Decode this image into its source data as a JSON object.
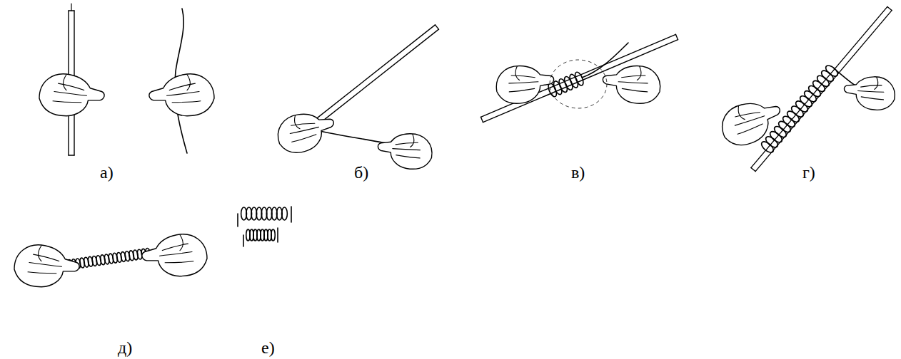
{
  "diagram": {
    "labels": [
      "а)",
      "б)",
      "в)",
      "г)",
      "д)",
      "е)"
    ]
  }
}
